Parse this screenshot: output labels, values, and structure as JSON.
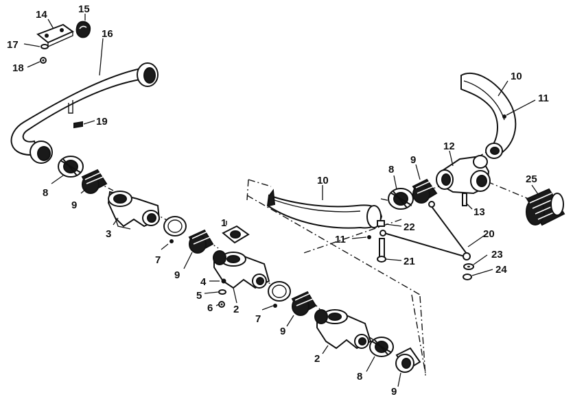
{
  "diagram": {
    "palette": {
      "ink": "#111111",
      "paper": "#ffffff"
    },
    "callouts": {
      "c1": "1",
      "c2": "2",
      "c3": "3",
      "c4": "4",
      "c5": "5",
      "c6": "6",
      "c7": "7",
      "c8": "8",
      "c9": "9",
      "c10": "10",
      "c11": "11",
      "c12": "12",
      "c13": "13",
      "c14": "14",
      "c15": "15",
      "c16": "16",
      "c17": "17",
      "c18": "18",
      "c19": "19",
      "c20": "20",
      "c21": "21",
      "c22": "22",
      "c23": "23",
      "c24": "24",
      "c25": "25"
    }
  }
}
